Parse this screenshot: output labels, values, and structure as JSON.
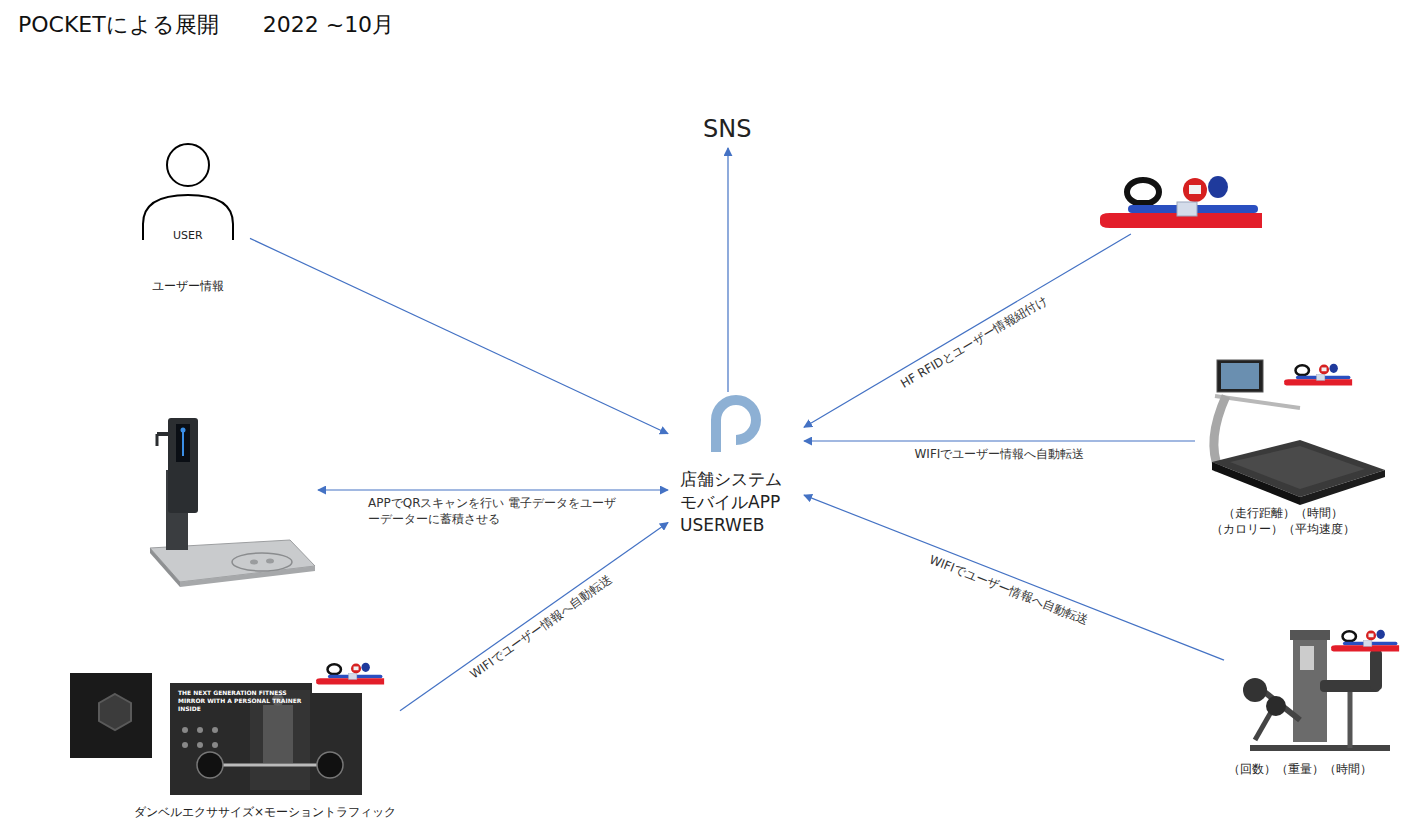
{
  "diagram": {
    "title": "POCKETによる展開　　2022 ~10月",
    "nodes": [
      {
        "text": [
          "USER",
          "ユーザー情報"
        ]
      },
      {
        "text": [
          "SNS"
        ]
      },
      {
        "text": []
      },
      {
        "text": [
          "店舗システム モバイルAPP USERWEB"
        ]
      },
      {
        "text": []
      },
      {
        "text": [
          "（走行距離）（時間） （カロリー）（平均速度）"
        ]
      },
      {
        "text": [
          "ダンベルエクササイズ×モーショントラフィック"
        ]
      },
      {
        "text": [
          "（回数）（重量）（時間）"
        ]
      }
    ],
    "edges": [
      {
        "from": 0,
        "to": 3,
        "arrow": "to"
      },
      {
        "from": 3,
        "to": 1,
        "arrow": "to"
      },
      {
        "from": 2,
        "to": 3,
        "label": "HF RFIDとユーザー情報紐付け",
        "arrow": "to"
      },
      {
        "from": 4,
        "to": 3,
        "label": "APPでQRスキャンを行い 電子データをユーザーデーターに蓄積させる",
        "arrow": "both"
      },
      {
        "from": 5,
        "to": 3,
        "label": "WIFIでユーザー情報へ自動転送",
        "arrow": "to"
      },
      {
        "from": 6,
        "to": 3,
        "label": "WIFIでユーザー情報へ自動転送",
        "arrow": "to"
      },
      {
        "from": 7,
        "to": 3,
        "label": "WIFIでユーザー情報へ自動転送",
        "arrow": "to"
      }
    ],
    "labels": [
      "THE NEXT GENERATION FITNESS MIRROR WITH A PERSONAL TRAINER INSIDE"
    ]
  }
}
